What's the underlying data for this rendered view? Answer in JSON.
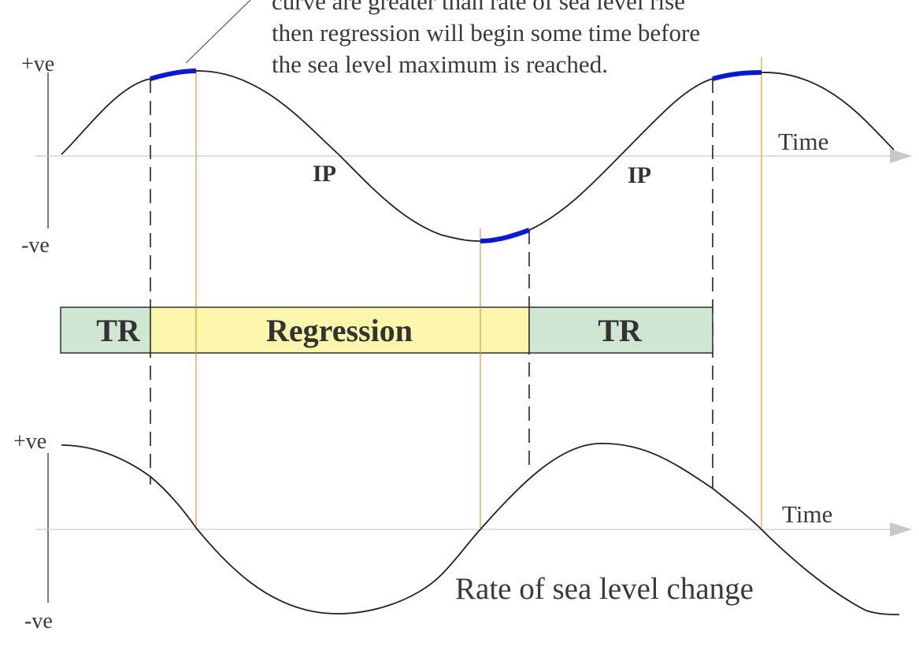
{
  "annotation": {
    "lines": [
      "curve are greater than rate of sea level rise",
      "then regression will begin some time before",
      "the sea level maximum is reached."
    ]
  },
  "top_plot": {
    "plus_label": "+ve",
    "minus_label": "-ve",
    "time_label": "Time",
    "ip_labels": [
      "IP",
      "IP"
    ]
  },
  "band": {
    "segments": [
      {
        "label": "TR",
        "color": "#cfe6d2"
      },
      {
        "label": "Regression",
        "color": "#fbf6ac"
      },
      {
        "label": "TR",
        "color": "#cfe6d2"
      }
    ]
  },
  "bottom_plot": {
    "plus_label": "+ve",
    "minus_label": "-ve",
    "time_label": "Time",
    "caption": "Rate of sea level change"
  },
  "colors": {
    "curve": "#222222",
    "highlight": "#0a19d4",
    "orange_marker": "#e8a040",
    "axis": "#cccccc",
    "dashed": "#222222"
  }
}
